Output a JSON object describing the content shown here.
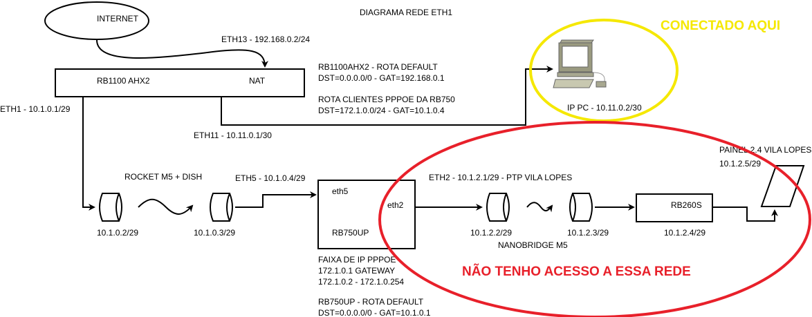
{
  "title": "DIAGRAMA REDE ETH1",
  "internet": {
    "label": "INTERNET"
  },
  "eth13": "ETH13 - 192.168.0.2/24",
  "rb1100": {
    "name": "RB1100 AHX2",
    "nat": "NAT"
  },
  "rb1100_route": [
    "RB1100AHX2 - ROTA DEFAULT",
    "DST=0.0.0.0/0 - GAT=192.168.0.1"
  ],
  "pppoe_route": [
    "ROTA CLIENTES PPPOE DA RB750",
    "DST=172.1.0.0/24 - GAT=10.1.0.4"
  ],
  "eth1": "ETH1 - 10.1.0.1/29",
  "eth11": "ETH11 - 10.11.0.1/30",
  "pc": {
    "label": "IP PC - 10.11.0.2/30",
    "callout": "CONECTADO AQUI",
    "callout_color": "#f5e800"
  },
  "rocket": {
    "label": "ROCKET M5 + DISH",
    "ip_a": "10.1.0.2/29",
    "ip_b": "10.1.0.3/29"
  },
  "eth5": "ETH5 - 10.1.0.4/29",
  "rb750": {
    "port_in": "eth5",
    "port_out": "eth2",
    "name": "RB750UP"
  },
  "pppoe_range": [
    "FAIXA DE IP PPPOE",
    "172.1.0.1 GATEWAY",
    "172.1.0.2 - 172.1.0.254"
  ],
  "rb750_route": [
    "RB750UP - ROTA DEFAULT",
    "DST=0.0.0.0/0 - GAT=10.1.0.1"
  ],
  "eth2": "ETH2 - 10.1.2.1/29 - PTP VILA LOPES",
  "nanobridge": {
    "label": "NANOBRIDGE M5",
    "ip_a": "10.1.2.2/29",
    "ip_b": "10.1.2.3/29"
  },
  "rb260": {
    "name": "RB260S",
    "ip": "10.1.2.4/29"
  },
  "painel": {
    "label": "PAINEL 2.4 VILA LOPES",
    "ip": "10.1.2.5/29"
  },
  "no_access": {
    "label": "NÃO TENHO ACESSO A ESSA REDE",
    "color": "#e8202a"
  }
}
